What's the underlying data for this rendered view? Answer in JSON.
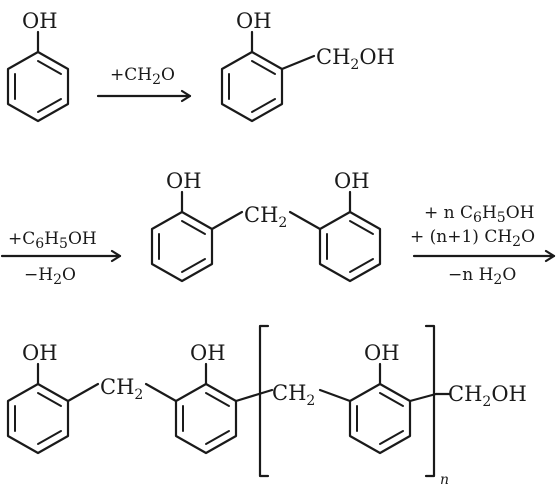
{
  "labels": {
    "oh": "OH",
    "ch2": "CH",
    "ch2oh_a": "CH",
    "ch2oh_b": "OH",
    "sub2": "2",
    "sub5": "5",
    "sub6": "6",
    "n_sub": "n"
  },
  "conditions": {
    "add_formaldehyde": "+CH",
    "formaldehyde_tail": "O",
    "add_phenol_pre": "+C",
    "add_phenol_mid": "H",
    "add_phenol_tail": "OH",
    "minus_water": "−H",
    "minus_water_tail": "O",
    "plus_n_phenol_pre": "+ n C",
    "plus_n_formaldehyde_pre": "+ (n+1) CH",
    "minus_n_water_pre": "−n H"
  }
}
